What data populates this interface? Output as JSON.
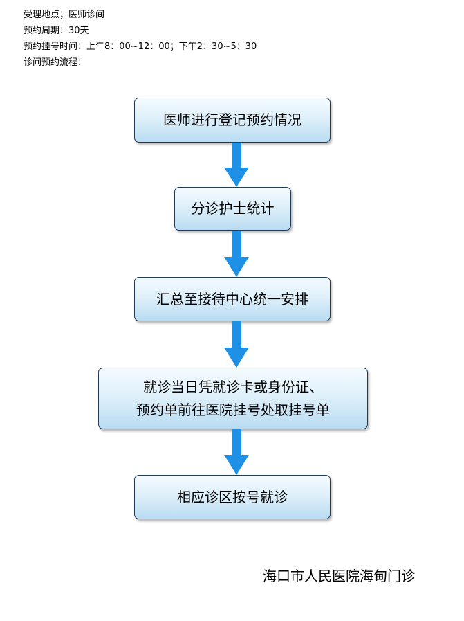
{
  "info": {
    "location": "受理地点；医师诊间",
    "period": "预约周期：30天",
    "hours": "预约挂号时间：上午8：00~12：00；下午2：30~5：30",
    "process_title": "诊间预约流程："
  },
  "flow": {
    "steps": [
      {
        "lines": [
          "医师进行登记预约情况"
        ]
      },
      {
        "lines": [
          "分诊护士统计"
        ]
      },
      {
        "lines": [
          "汇总至接待中心统一安排"
        ]
      },
      {
        "lines": [
          "就诊当日凭就诊卡或身份证、",
          "预约单前往医院挂号处取挂号单"
        ]
      },
      {
        "lines": [
          "相应诊区按号就诊"
        ]
      }
    ],
    "arrow_color": "#1e90e6",
    "box_border_color": "#1f3b57"
  },
  "footer": {
    "hospital": "海口市人民医院海甸门诊"
  }
}
